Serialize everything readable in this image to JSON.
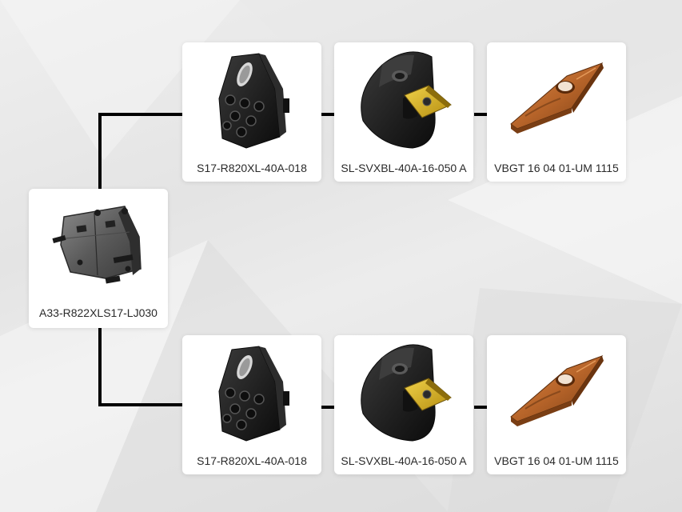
{
  "root": {
    "label": "A33-R822XLS17-LJ030",
    "icon": "quick-change-adaptor-plate-icon"
  },
  "branches": [
    {
      "items": [
        {
          "label": "S17-R820XL-40A-018",
          "icon": "clamping-unit-icon"
        },
        {
          "label": "SL-SVXBL-40A-16-050 A",
          "icon": "cutting-head-icon"
        },
        {
          "label": "VBGT 16 04 01-UM 1115",
          "icon": "turning-insert-icon"
        }
      ]
    },
    {
      "items": [
        {
          "label": "S17-R820XL-40A-018",
          "icon": "clamping-unit-icon"
        },
        {
          "label": "SL-SVXBL-40A-16-050 A",
          "icon": "cutting-head-icon"
        },
        {
          "label": "VBGT 16 04 01-UM 1115",
          "icon": "turning-insert-icon"
        }
      ]
    }
  ],
  "colors": {
    "connector": "#000000",
    "card_bg": "#ffffff",
    "insert_copper": "#b8652a",
    "insert_gold": "#d9b21c",
    "body_black": "#1e1e1e"
  }
}
